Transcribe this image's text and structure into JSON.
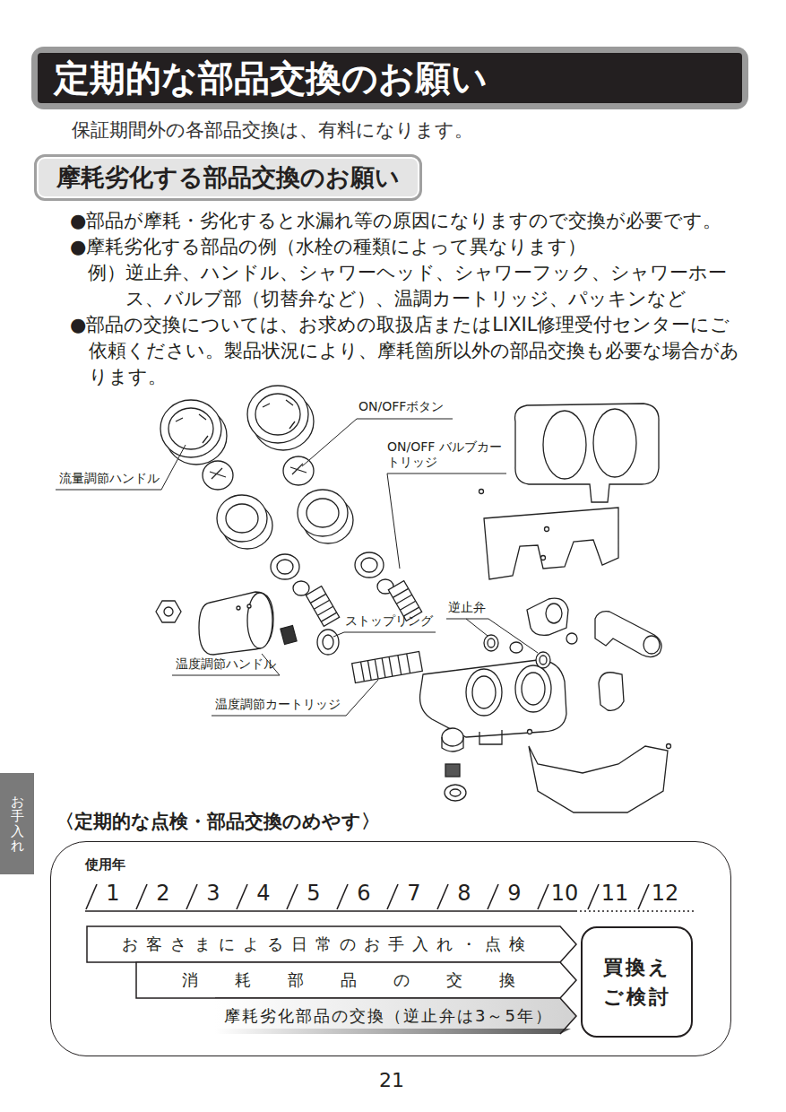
{
  "diagram": {
    "title": "定期的な部品交換のお願い",
    "nodes": [
      {
        "text": [
          "摩耗劣化する部品交換のお願い"
        ]
      },
      {
        "text": [
          "お手入れ"
        ]
      },
      {
        "text": [
          "〈定期的な点検・部品交換のめやす〉",
          "使用年"
        ]
      },
      {
        "text": [
          "お客さまによる日常のお手入れ・点検"
        ],
        "in": 2
      },
      {
        "text": [
          "消耗部品の交換"
        ],
        "in": 2
      },
      {
        "text": [
          "摩耗劣化部品の交換（逆止弁は3～5年）"
        ],
        "in": 2
      },
      {
        "text": [
          "買換え ご検討"
        ],
        "in": 2
      }
    ],
    "labels": [
      "保証期間外の各部品交換は、有料になります。",
      "●部品が摩耗・劣化すると水漏れ等の原因になりますので交換が必要です。",
      "●摩耗劣化する部品の例（水栓の種類によって異なります）",
      "例）逆止弁、ハンドル、シャワーヘッド、シャワーフック、シャワーホース、バルブ部（切替弁など）、温調カートリッジ、パッキンなど",
      "●部品の交換については、お求めの取扱店またはLIXIL修理受付センターにご依頼ください。製品状況により、摩耗箇所以外の部品交換も必要な場合があります。",
      "ON/OFFボタン",
      "ON/OFF バルブカートリッジ",
      "流量調節ハンドル",
      "ストップリング",
      "逆止弁",
      "温度調節ハンドル",
      "温度調節カートリッジ",
      "1",
      "2",
      "3",
      "4",
      "5",
      "6",
      "7",
      "8",
      "9",
      "10",
      "11",
      "12",
      "21"
    ]
  }
}
